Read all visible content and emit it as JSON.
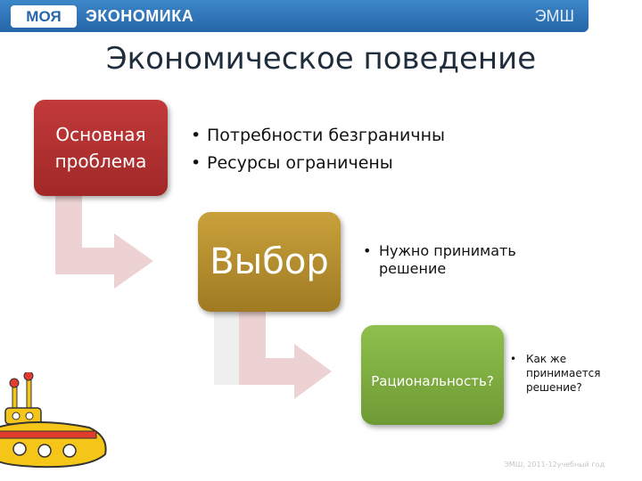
{
  "header": {
    "logo_part1": "МОЯ",
    "logo_part2": "ЭКОНОМИКА",
    "org": "ЭМШ"
  },
  "title": "Экономическое поведение",
  "boxes": {
    "problem": {
      "line1": "Основная",
      "line2": "проблема",
      "color": "#b33232"
    },
    "choice": {
      "label": "Выбор",
      "color": "#b68d2e"
    },
    "rationality": {
      "label": "Рациональность?",
      "color": "#7fae44"
    }
  },
  "bullets_problem": [
    "Потребности  безграничны",
    "Ресурсы ограничены"
  ],
  "bullets_choice": [
    "Нужно принимать решение"
  ],
  "bullets_rationality": [
    "Как же принимается решение?"
  ],
  "footer": "ЭМШ, 2011-12учебный год",
  "arrow_color": "#e8c9c9",
  "submarine_color": "#f5c518"
}
